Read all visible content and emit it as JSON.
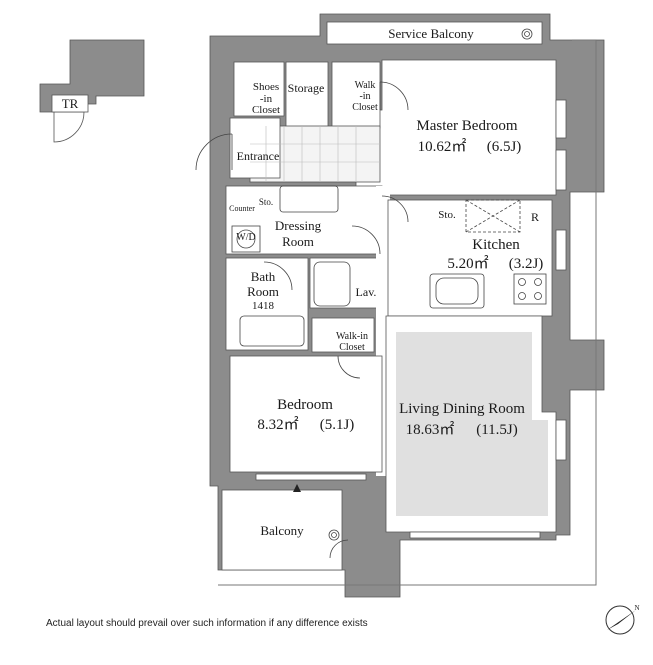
{
  "rooms": {
    "service_balcony": {
      "name": "Service Balcony"
    },
    "shoes_closet": {
      "line1": "Shoes",
      "line2": "-in",
      "line3": "Closet"
    },
    "storage": {
      "name": "Storage"
    },
    "walkin_master": {
      "line1": "Walk",
      "line2": "-in",
      "line3": "Closet"
    },
    "master_bedroom": {
      "name": "Master Bedroom",
      "area": "10.62㎡",
      "tatami": "(6.5J)"
    },
    "entrance": {
      "name": "Entrance"
    },
    "sto_counter": {
      "name": "Sto."
    },
    "counter": {
      "name": "Counter"
    },
    "wd": {
      "name": "W/D"
    },
    "dressing_room": {
      "line1": "Dressing",
      "line2": "Room"
    },
    "sto_kitchen": {
      "name": "Sto."
    },
    "refrigerator": {
      "name": "R"
    },
    "kitchen": {
      "name": "Kitchen",
      "area": "5.20㎡",
      "tatami": "(3.2J)"
    },
    "bath_room": {
      "line1": "Bath",
      "line2": "Room",
      "line3": "1418"
    },
    "lav": {
      "name": "Lav."
    },
    "walkin_closet": {
      "line1": "Walk-in",
      "line2": "Closet"
    },
    "bedroom": {
      "name": "Bedroom",
      "area": "8.32㎡",
      "tatami": "(5.1J)"
    },
    "living_dining": {
      "name": "Living Dining Room",
      "area": "18.63㎡",
      "tatami": "(11.5J)"
    },
    "balcony": {
      "name": "Balcony"
    },
    "tr": {
      "name": "TR"
    }
  },
  "disclaimer": "Actual layout should prevail over such information if any difference exists",
  "compass": {
    "label": "N"
  },
  "colors": {
    "wall": "#8c8c8c",
    "ldk_floor": "#e0e0e0",
    "line": "#333333"
  }
}
